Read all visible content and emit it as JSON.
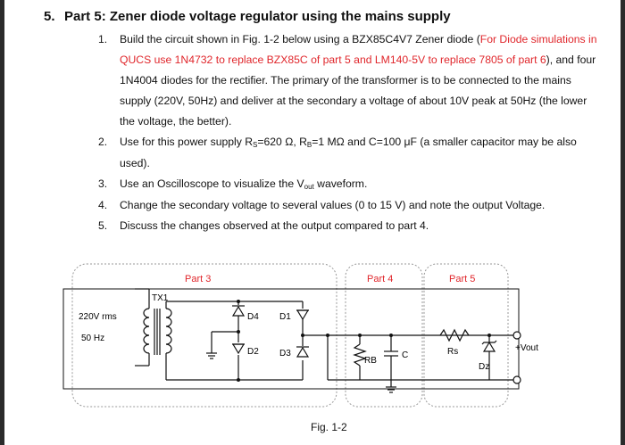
{
  "section": {
    "number": "5.",
    "title": "Part 5: Zener diode voltage regulator using the mains supply"
  },
  "items": [
    {
      "number": "1.",
      "text_a": "Build the circuit shown in Fig. 1-2 below using a BZX85C4V7 Zener diode (",
      "text_red": "For Diode simulations in QUCS use 1N4732 to replace BZX85C of part 5  and  LM140-5V to replace 7805 of part 6",
      "text_b": "), and four 1N4004 diodes for the rectifier. The primary of the transformer is to be connected to the mains supply (220V, 50Hz) and deliver at the secondary a voltage of about 10V peak at 50Hz (the lower the voltage, the better)."
    },
    {
      "number": "2.",
      "text_a": "Use for this power supply R",
      "sub_s": "S",
      "text_b": "=620 Ω, R",
      "sub_b": "B",
      "text_c": "=1 MΩ and C=100 μF (a smaller capacitor may be also used)."
    },
    {
      "number": "3.",
      "text_a": "Use an Oscilloscope to visualize the V",
      "sub": "out",
      "text_b": " waveform."
    },
    {
      "number": "4.",
      "text": "Change the secondary voltage to several values (0 to 15 V) and note the output Voltage."
    },
    {
      "number": "5.",
      "text": "Discuss the changes observed at the output compared to part 4."
    }
  ],
  "figure": {
    "part3": "Part 3",
    "part4": "Part 4",
    "part5": "Part 5",
    "tx": "TX1",
    "v_in": "220V rms",
    "freq": "50 Hz",
    "d4": "D4",
    "d1": "D1",
    "d2": "D2",
    "d3": "D3",
    "rb": "RB",
    "c": "C",
    "rs": "Rs",
    "dz": "Dz",
    "vout": "+Vout",
    "caption": "Fig. 1-2",
    "label_color": "#e0262b"
  }
}
